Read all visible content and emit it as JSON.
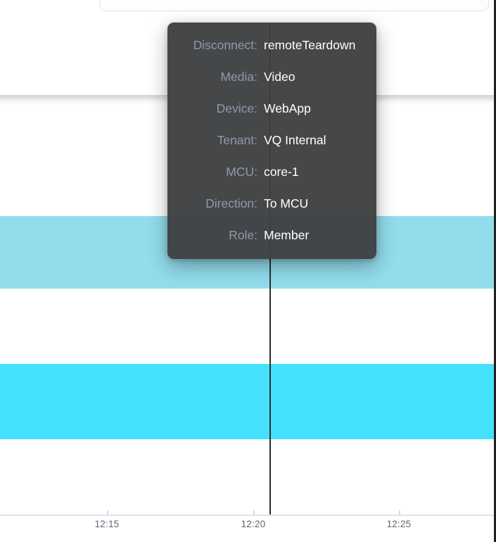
{
  "colors": {
    "bar_light": "#92dcec",
    "bar_bright": "#45e0fb",
    "tooltip_bg": "#3e3f41",
    "tooltip_label_text": "#8e99ab",
    "tooltip_value_text": "#ffffff",
    "axis_label_text": "#5d6673",
    "crosshair": "#2e2e2e",
    "card_border": "#dde2ef"
  },
  "tooltip": {
    "rows": [
      {
        "label": "Disconnect:",
        "value": "remoteTeardown"
      },
      {
        "label": "Media:",
        "value": "Video"
      },
      {
        "label": "Device:",
        "value": "WebApp"
      },
      {
        "label": "Tenant:",
        "value": "VQ Internal"
      },
      {
        "label": "MCU:",
        "value": "core-1"
      },
      {
        "label": "Direction:",
        "value": "To MCU"
      },
      {
        "label": "Role:",
        "value": "Member"
      }
    ]
  },
  "x_axis": {
    "ticks": [
      "12:15",
      "12:20",
      "12:25"
    ]
  },
  "chart_data": {
    "type": "bar",
    "subtype": "horizontal-gantt-timeline",
    "title": "",
    "xlabel": "",
    "ylabel": "",
    "x_tick_labels": [
      "12:15",
      "12:20",
      "12:25"
    ],
    "x_visible_range_approx": [
      "12:11",
      "12:28"
    ],
    "grid": "off",
    "legend": "none",
    "series": [
      {
        "name": "timeline-row-1",
        "color": "#92dcec",
        "start": "before 12:11 (offscreen)",
        "end": "after 12:28 (offscreen)"
      },
      {
        "name": "timeline-row-2",
        "color": "#45e0fb",
        "start": "before 12:11 (offscreen)",
        "end": "after 12:28 (offscreen)"
      }
    ],
    "crosshair_time_approx": "12:21",
    "hovered_item": {
      "Disconnect": "remoteTeardown",
      "Media": "Video",
      "Device": "WebApp",
      "Tenant": "VQ Internal",
      "MCU": "core-1",
      "Direction": "To MCU",
      "Role": "Member"
    }
  }
}
